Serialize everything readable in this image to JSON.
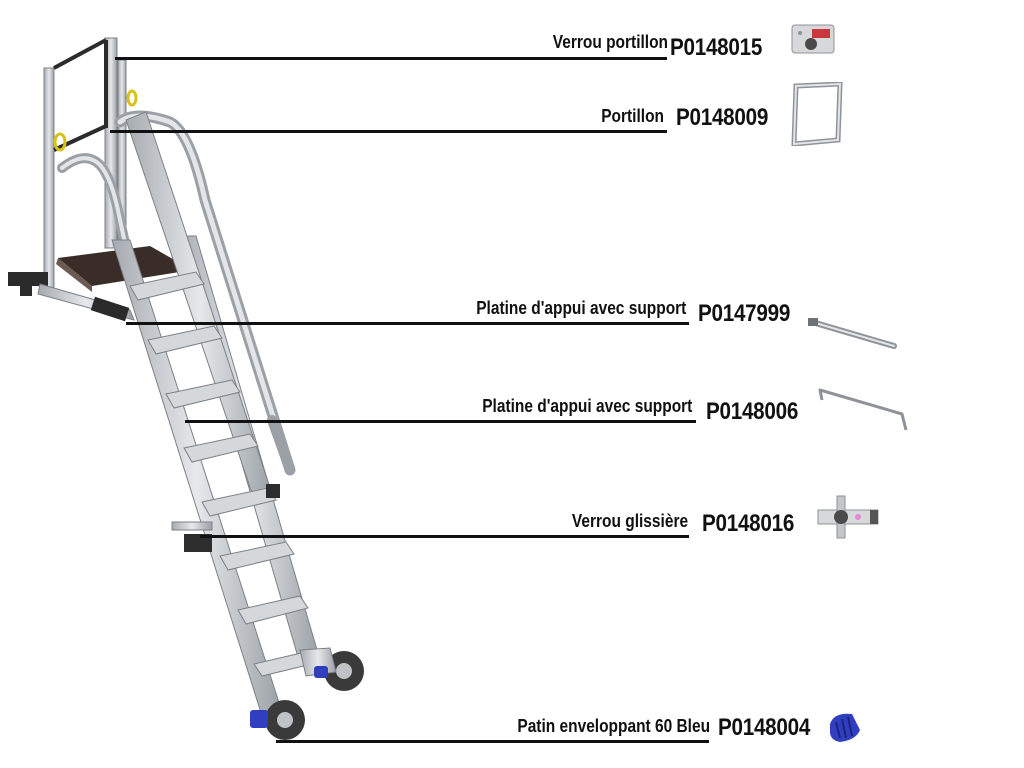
{
  "diagram": {
    "parts": [
      {
        "name": "Verrou portillon",
        "ref": "P0148015",
        "thumb": "lock-panel-thumb"
      },
      {
        "name": "Portillon",
        "ref": "P0148009",
        "thumb": "gate-frame-thumb"
      },
      {
        "name": "Platine d'appui avec support",
        "ref": "P0147999",
        "thumb": "rod-thumb"
      },
      {
        "name": "Platine d'appui avec support",
        "ref": "P0148006",
        "thumb": "bent-rod-thumb"
      },
      {
        "name": "Verrou glissière",
        "ref": "P0148016",
        "thumb": "slide-lock-thumb"
      },
      {
        "name": "Patin enveloppant 60 Bleu",
        "ref": "P0148004",
        "thumb": "blue-foot-thumb"
      }
    ]
  },
  "colors": {
    "aluminium": "#c9ccd0",
    "aluminium_dark": "#8e9399",
    "platform": "#3a2d28",
    "lock_red": "#c8383d",
    "foot_blue": "#2f3fbf",
    "wheel": "#3a3a3a",
    "lead_line": "#111111"
  }
}
